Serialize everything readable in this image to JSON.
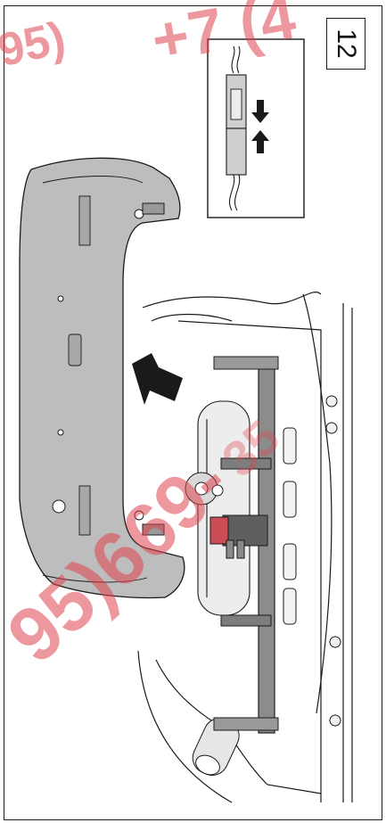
{
  "step": {
    "number": "12"
  },
  "watermark": {
    "fragments": [
      "95)",
      "+7 (4",
      "95)669-",
      "35"
    ],
    "color": "#e0454f"
  },
  "figure": {
    "arrow_icon": "push-arrow-icon",
    "inset_icon": "clearance-gap-icon"
  }
}
